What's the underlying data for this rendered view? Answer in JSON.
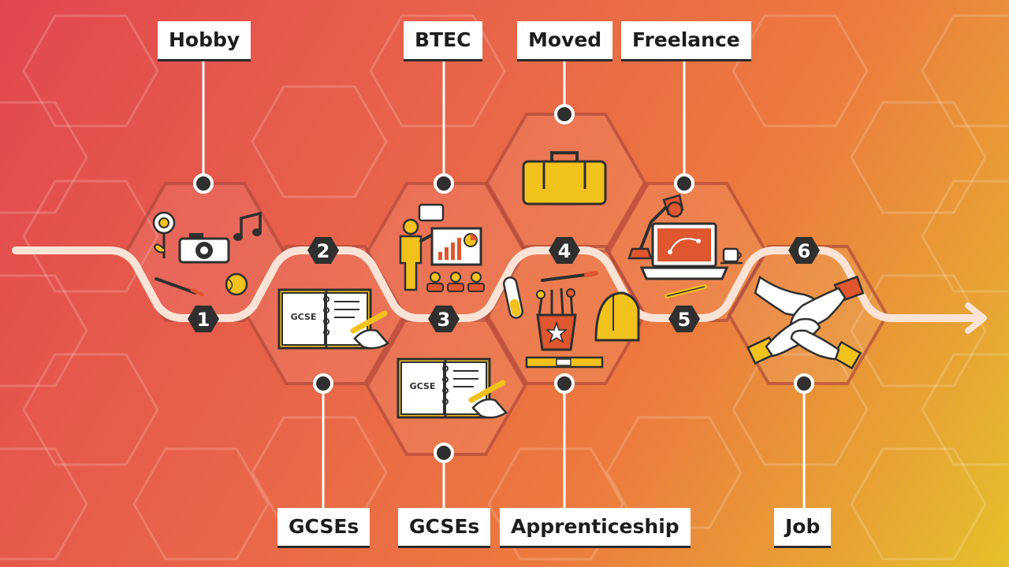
{
  "top_labels": [
    {
      "text": "Hobby"
    },
    {
      "text": "BTEC"
    },
    {
      "text": "Moved"
    },
    {
      "text": "Freelance"
    }
  ],
  "bottom_labels": [
    {
      "text": "GCSEs"
    },
    {
      "text": "GCSEs"
    },
    {
      "text": "Apprenticeship"
    },
    {
      "text": "Job"
    }
  ],
  "steps": [
    {
      "number": "1"
    },
    {
      "number": "2"
    },
    {
      "number": "3"
    },
    {
      "number": "4"
    },
    {
      "number": "5"
    },
    {
      "number": "6"
    }
  ],
  "book_text": "GCSE",
  "colors": {
    "accent": "#f2c21c",
    "dark": "#2f2f2f",
    "red": "#d9463f",
    "path": "#fbe3d6"
  }
}
